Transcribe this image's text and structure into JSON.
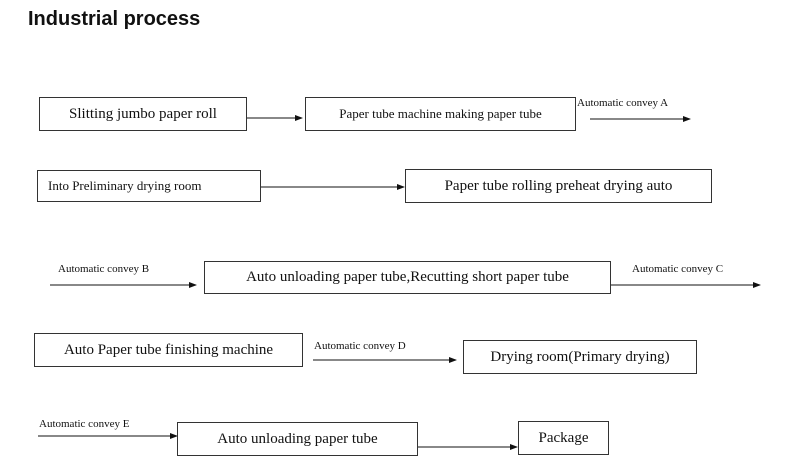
{
  "title": "Industrial process",
  "boxes": {
    "slitting": "Slitting  jumbo  paper  roll",
    "tube_machine": "Paper tube machine making paper tube",
    "prelim_drying": "Into Preliminary drying room",
    "preheat": "Paper tube rolling preheat drying auto",
    "unload_recut": "Auto unloading paper tube,Recutting short paper tube",
    "finishing": "Auto Paper tube finishing machine",
    "drying_room": "Drying room(Primary drying)",
    "unload": "Auto unloading paper tube",
    "package": "Package"
  },
  "labels": {
    "convey_a": "Automatic    convey A",
    "convey_b": "Automatic    convey   B",
    "convey_c": "Automatic    convey C",
    "convey_d": "Automatic    convey   D",
    "convey_e": "Automatic    convey   E"
  }
}
